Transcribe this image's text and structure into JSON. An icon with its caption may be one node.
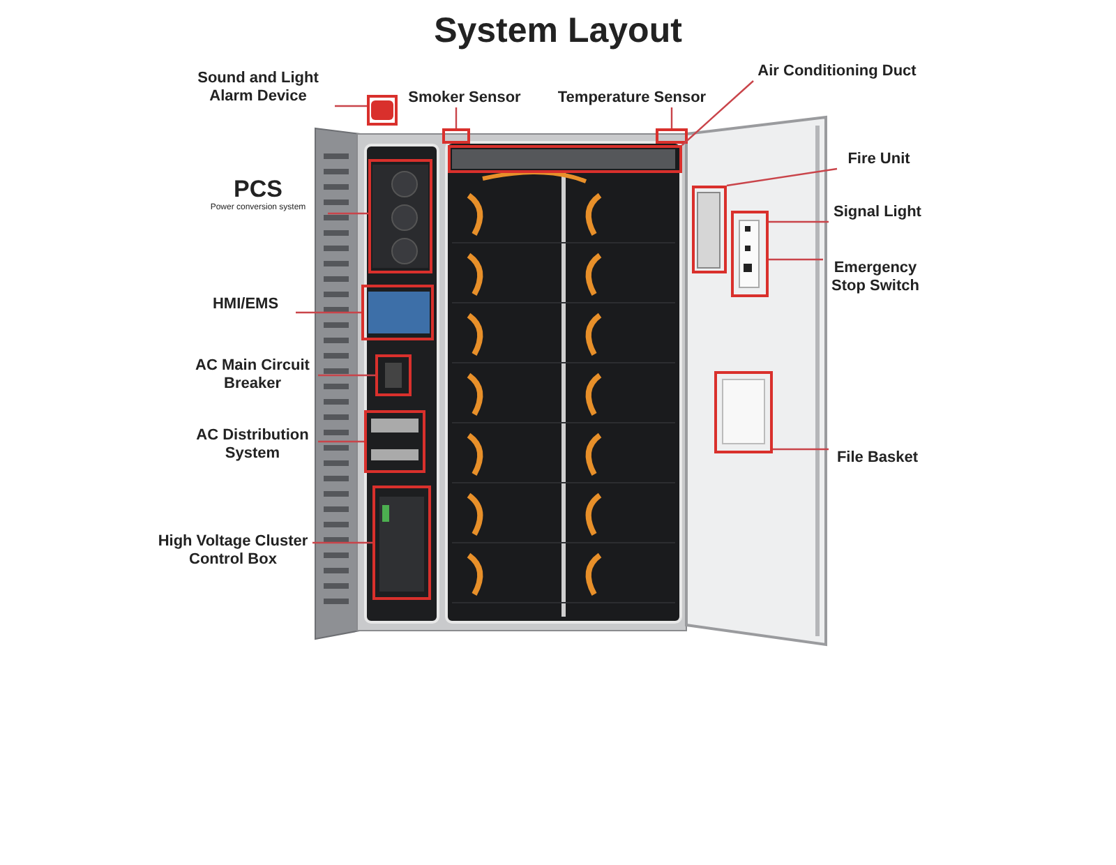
{
  "diagram": {
    "title": "System Layout",
    "nodes": [
      {
        "text": [
          "Sound and Light Alarm Device"
        ]
      },
      {
        "text": [
          "Smoker Sensor"
        ]
      },
      {
        "text": [
          "Temperature Sensor"
        ]
      },
      {
        "text": [
          "Air Conditioning Duct"
        ]
      },
      {
        "text": [
          "PCS",
          "Power conversion system"
        ]
      },
      {
        "text": [
          "HMI/EMS"
        ]
      },
      {
        "text": [
          "AC Main Circuit Breaker"
        ]
      },
      {
        "text": [
          "AC Distribution System"
        ]
      },
      {
        "text": [
          "High Voltage Cluster Control Box"
        ]
      },
      {
        "text": [
          "Fire Unit"
        ]
      },
      {
        "text": [
          "Signal Light"
        ]
      },
      {
        "text": [
          "Emergency Stop Switch"
        ]
      },
      {
        "text": [
          "File Basket"
        ]
      },
      {
        "text": [],
        "shape": "box"
      },
      {
        "text": [],
        "shape": "box"
      },
      {
        "text": [],
        "shape": "box"
      },
      {
        "text": [],
        "shape": "box"
      },
      {
        "text": [],
        "shape": "box"
      },
      {
        "text": [],
        "shape": "box"
      },
      {
        "text": [],
        "shape": "box"
      },
      {
        "text": [],
        "shape": "box"
      },
      {
        "text": [],
        "shape": "box"
      },
      {
        "text": [],
        "shape": "box"
      },
      {
        "text": [],
        "shape": "box"
      },
      {
        "text": [],
        "shape": "box"
      }
    ],
    "edges": [
      {
        "from": 0,
        "to": 13,
        "arrow": "none"
      },
      {
        "from": 1,
        "to": 14,
        "arrow": "none"
      },
      {
        "from": 2,
        "to": 16,
        "arrow": "none"
      },
      {
        "from": 3,
        "to": 15,
        "arrow": "none"
      },
      {
        "from": 4,
        "to": 17,
        "arrow": "none"
      },
      {
        "from": 5,
        "to": 18,
        "arrow": "none"
      },
      {
        "from": 6,
        "to": 19,
        "arrow": "none"
      },
      {
        "from": 7,
        "to": 20,
        "arrow": "none"
      },
      {
        "from": 8,
        "to": 21,
        "arrow": "none"
      },
      {
        "from": 9,
        "to": 22,
        "arrow": "none"
      },
      {
        "from": 10,
        "to": 23,
        "arrow": "none"
      },
      {
        "from": 11,
        "to": 23,
        "arrow": "none"
      },
      {
        "from": 12,
        "to": 24,
        "arrow": "none"
      }
    ]
  }
}
